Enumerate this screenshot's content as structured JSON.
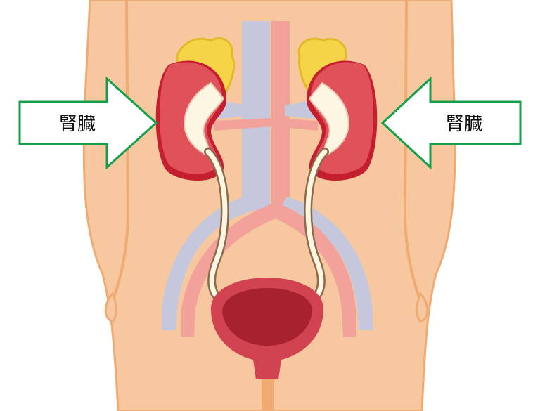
{
  "labels": {
    "left_arrow": "腎臓",
    "right_arrow": "腎臓"
  },
  "colors": {
    "skin": "#f7c8a0",
    "skin_outline": "#efab72",
    "kidney": "#e0515a",
    "kidney_dark": "#c41f2e",
    "pelvis": "#fdf6e3",
    "adrenal": "#f5d547",
    "vein": "#c5c8dd",
    "artery": "#f2a29a",
    "bladder": "#d14351",
    "bladder_inner": "#a8212f",
    "arrow_fill": "#ffffff",
    "arrow_stroke": "#12a04a"
  },
  "icons": [
    "kidney-left",
    "kidney-right",
    "adrenal-gland-left",
    "adrenal-gland-right",
    "bladder",
    "ureter-left",
    "ureter-right"
  ]
}
